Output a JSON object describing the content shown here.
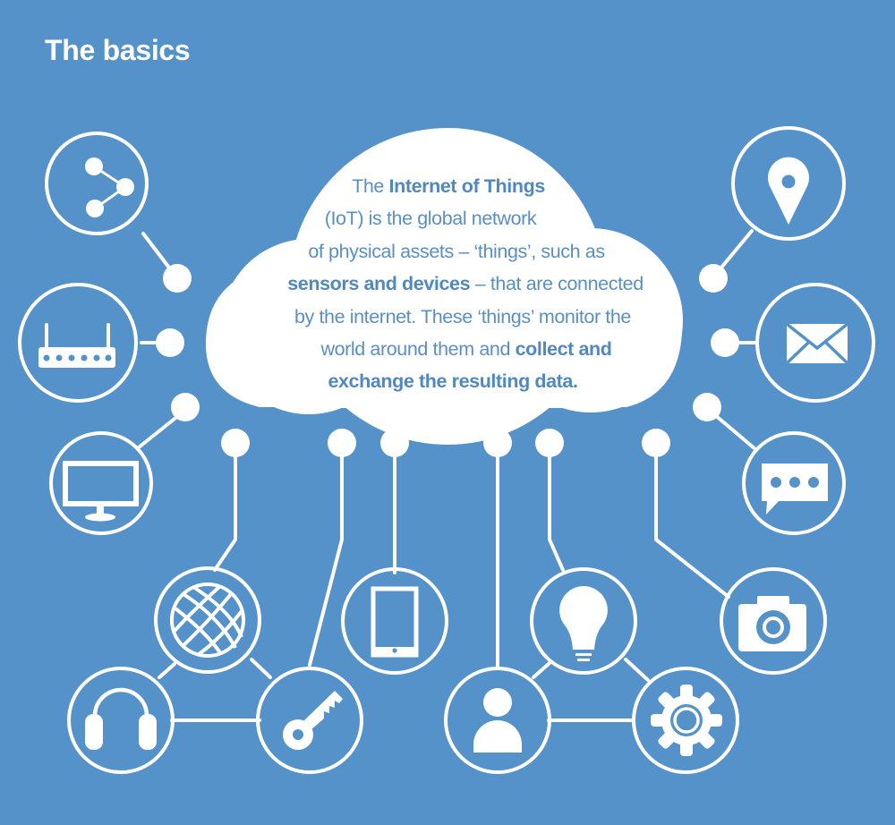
{
  "header": {
    "title": "The basics"
  },
  "cloud": {
    "lines": [
      {
        "pre": "The ",
        "bold": "Internet of Things",
        "post": ""
      },
      {
        "pre": "(IoT) is the global network",
        "bold": "",
        "post": ""
      },
      {
        "pre": "of physical assets – ‘things’, such as",
        "bold": "",
        "post": ""
      },
      {
        "pre": "",
        "bold": "sensors and devices",
        "post": " – that are connected"
      },
      {
        "pre": "by the internet. These ‘things’ monitor the",
        "bold": "",
        "post": ""
      },
      {
        "pre": "world around them and ",
        "bold": "collect and",
        "post": ""
      },
      {
        "pre": "",
        "bold": "exchange the resulting data.",
        "post": ""
      }
    ]
  },
  "colors": {
    "background": "#5592c9",
    "foreground": "#ffffff",
    "cloud_text": "#5a8fc4"
  },
  "nodes": [
    {
      "id": "share",
      "icon": "share-icon"
    },
    {
      "id": "router",
      "icon": "router-icon"
    },
    {
      "id": "monitor",
      "icon": "monitor-icon"
    },
    {
      "id": "location",
      "icon": "location-pin-icon"
    },
    {
      "id": "email",
      "icon": "envelope-icon"
    },
    {
      "id": "chat",
      "icon": "chat-bubble-icon"
    },
    {
      "id": "globe",
      "icon": "globe-icon"
    },
    {
      "id": "tablet",
      "icon": "tablet-icon"
    },
    {
      "id": "headphones",
      "icon": "headphones-icon"
    },
    {
      "id": "key",
      "icon": "key-icon"
    },
    {
      "id": "lightbulb",
      "icon": "lightbulb-icon"
    },
    {
      "id": "person",
      "icon": "person-icon"
    },
    {
      "id": "gear",
      "icon": "gear-icon"
    },
    {
      "id": "camera",
      "icon": "camera-icon"
    }
  ]
}
